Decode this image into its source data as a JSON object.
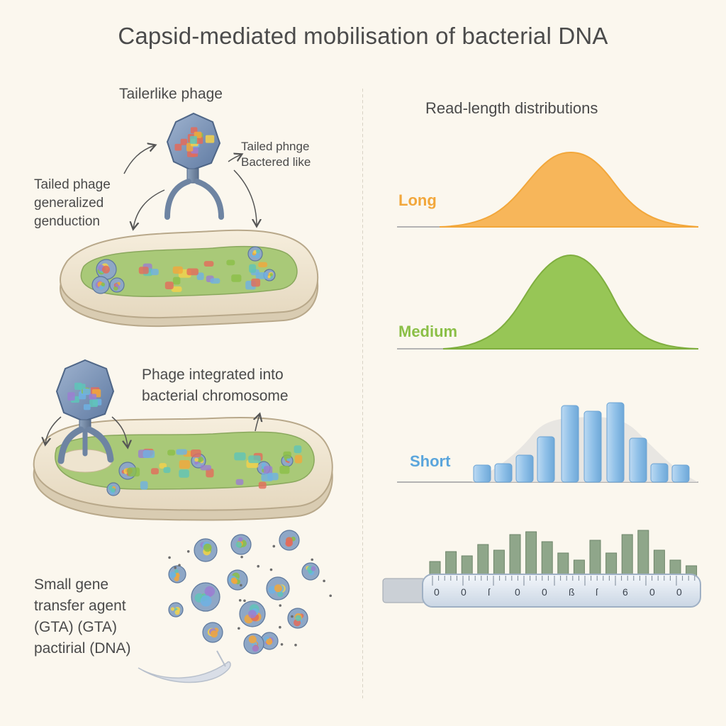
{
  "title": "Capsid-mediated mobilisation of bacterial DNA",
  "left": {
    "tailed_like_title": "Tailerlike phage",
    "tailed_phage_right": [
      "Tailed phnge",
      "Bactered like"
    ],
    "generalized": [
      "Tailed phage",
      "generalized",
      "genduction"
    ],
    "integrated": [
      "Phage integrated into",
      "bacterial chromosome"
    ],
    "gta": [
      "Small gene",
      "transfer agent",
      "(GTA) (GTA)",
      "pactirial (DNA)"
    ]
  },
  "right": {
    "title": "Read-length distributions",
    "distributions": [
      {
        "label": "Long",
        "color": "#f2a73b",
        "fill": "#f7b65a"
      },
      {
        "label": "Medium",
        "color": "#8bbf47",
        "fill": "#97c656"
      },
      {
        "label": "Short",
        "color": "#5aa5dc",
        "fill": "#a7cdee"
      }
    ],
    "ruler_ticks": [
      "0",
      "0",
      "ſ",
      "0",
      "0",
      "ß",
      "ſ",
      "6",
      "0",
      "0"
    ]
  },
  "colors": {
    "background": "#fbf7ee",
    "capsid": "#7d95b8",
    "cell_wall": "#efe5d2",
    "cytoplasm": "#a9c978",
    "gta_bars": "#8fa68a"
  }
}
